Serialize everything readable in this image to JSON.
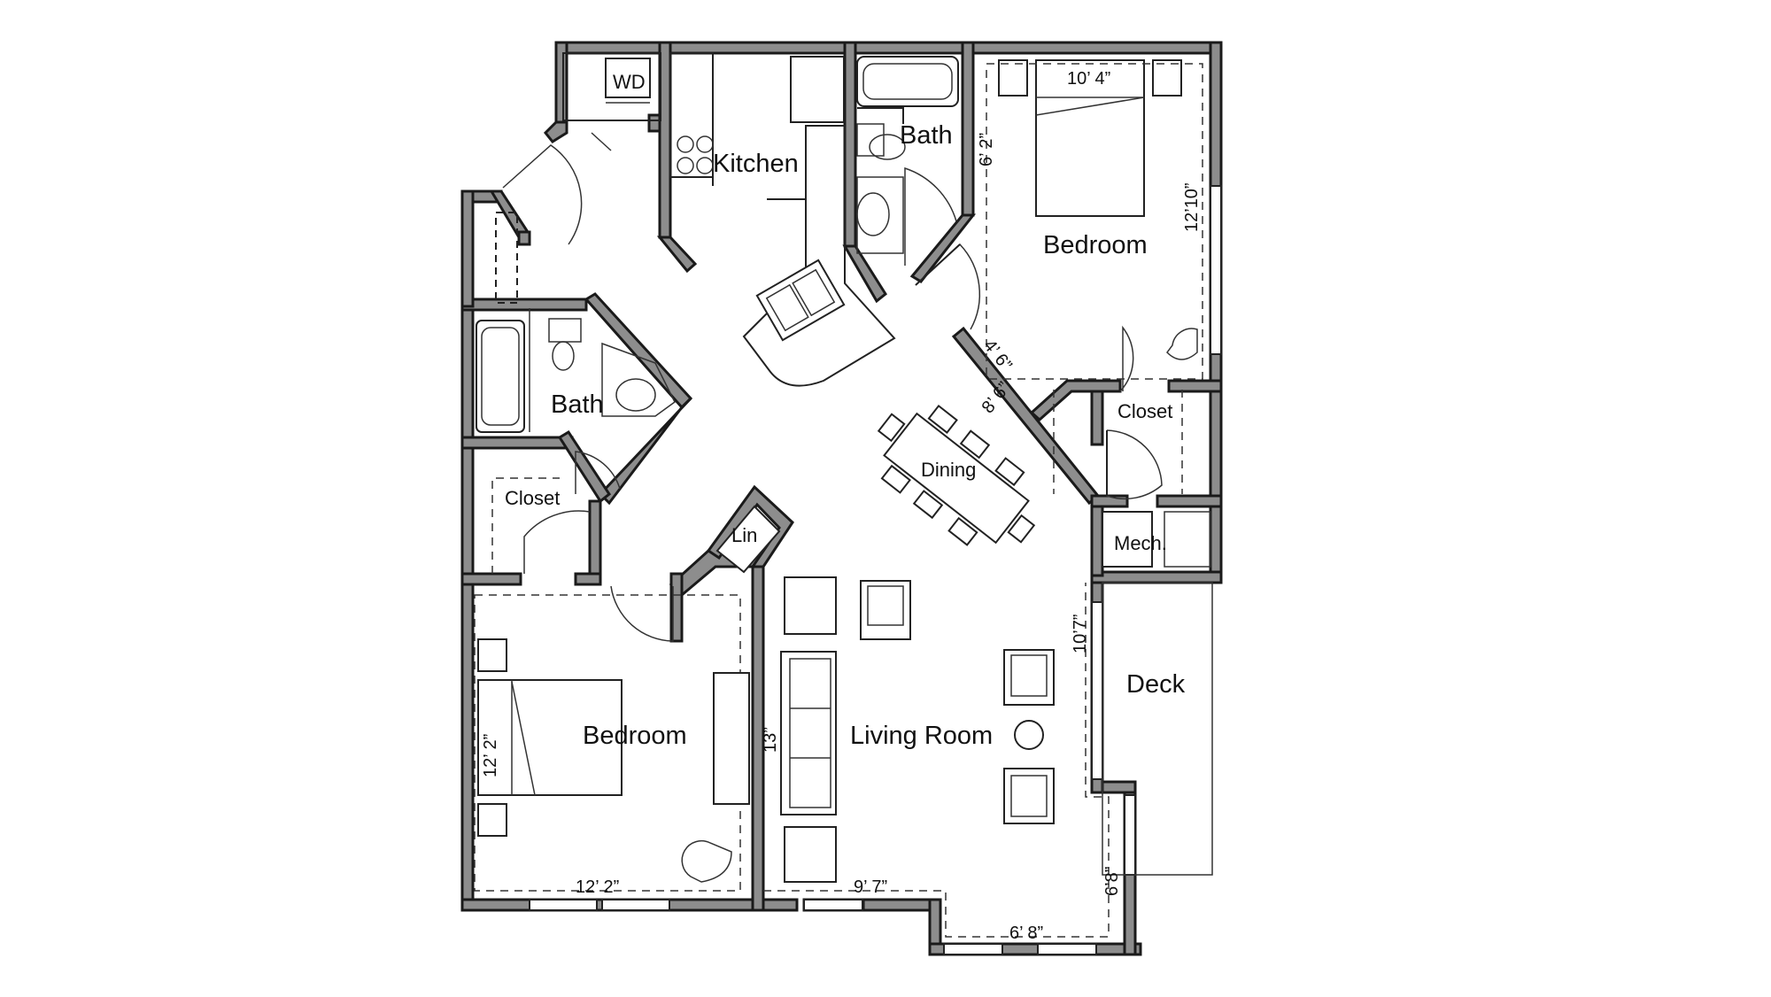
{
  "rooms": {
    "kitchen": "Kitchen",
    "bath_master": "Bath",
    "bedroom_master": "Bedroom",
    "bath_second": "Bath",
    "closet_second": "Closet",
    "closet_master": "Closet",
    "dining": "Dining",
    "linen": "Lin",
    "mechanical": "Mech.",
    "deck": "Deck",
    "bedroom_second": "Bedroom",
    "living_room": "Living Room",
    "laundry": "WD"
  },
  "dimensions": {
    "master_bed_width": "10’ 4”",
    "master_bed_depth": "12’10”",
    "master_bath_depth": "6’ 2”",
    "hall_diag_a": "4’ 6”",
    "hall_diag_b": "8’ 6”",
    "living_side": "10’7”",
    "living_depth": "13”",
    "second_bed_depth": "12’ 2”",
    "second_bed_width": "12’ 2”",
    "living_width": "9’ 7”",
    "bay_width": "6’ 8”",
    "bay_depth": "6’8”"
  },
  "colors": {
    "wall_fill": "#8d8d8d",
    "wall_outline": "#1a1a1a",
    "background": "#ffffff"
  }
}
